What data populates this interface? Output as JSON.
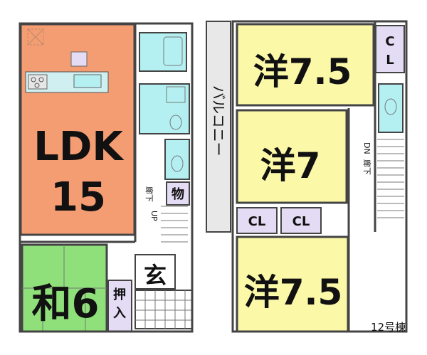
{
  "floor1": {
    "ldk_label_top": "LDK",
    "ldk_label_bottom": "15",
    "washitsu_label": "和6",
    "oshiire_label": "押入",
    "genkan_label": "玄",
    "storage_label": "物",
    "corridor_label": "廊下",
    "stair_label": "UP"
  },
  "floor2": {
    "balcony_label": "バルコニー",
    "room_top_label": "洋7.5",
    "room_mid_label": "洋7",
    "room_bottom_label": "洋7.5",
    "closet_label_1": "CL",
    "closet_label_2": "CL",
    "closet_label_3": "CL",
    "corridor_label": "廊下",
    "stair_label": "DN"
  },
  "caption": "12号棟",
  "colors": {
    "ldk": "#f49d73",
    "washitsu": "#8fe07a",
    "western_room": "#fbf8a8",
    "closet": "#e4dcf4",
    "wet_area": "#b4f0f2",
    "balcony": "#e8e8e8"
  }
}
